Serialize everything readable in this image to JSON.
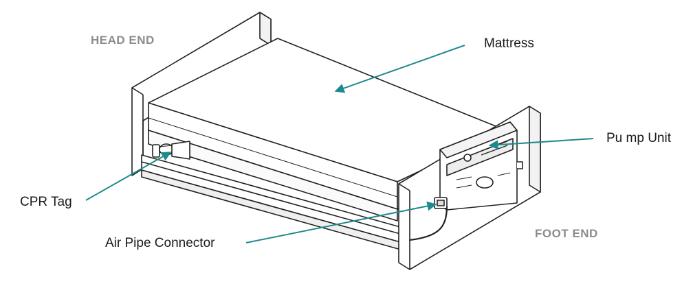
{
  "labels": {
    "head_end": "HEAD END",
    "foot_end": "FOOT END",
    "mattress": "Mattress",
    "pump_unit": "Pu mp Unit",
    "cpr_tag": "CPR Tag",
    "air_pipe_connector": "Air Pipe Connector"
  },
  "colors": {
    "arrow": "#1f8a8c",
    "line": "#222222",
    "end_label": "#8c8c8c",
    "callout_label": "#1a1a1a",
    "panel_fill": "#ffffff"
  }
}
